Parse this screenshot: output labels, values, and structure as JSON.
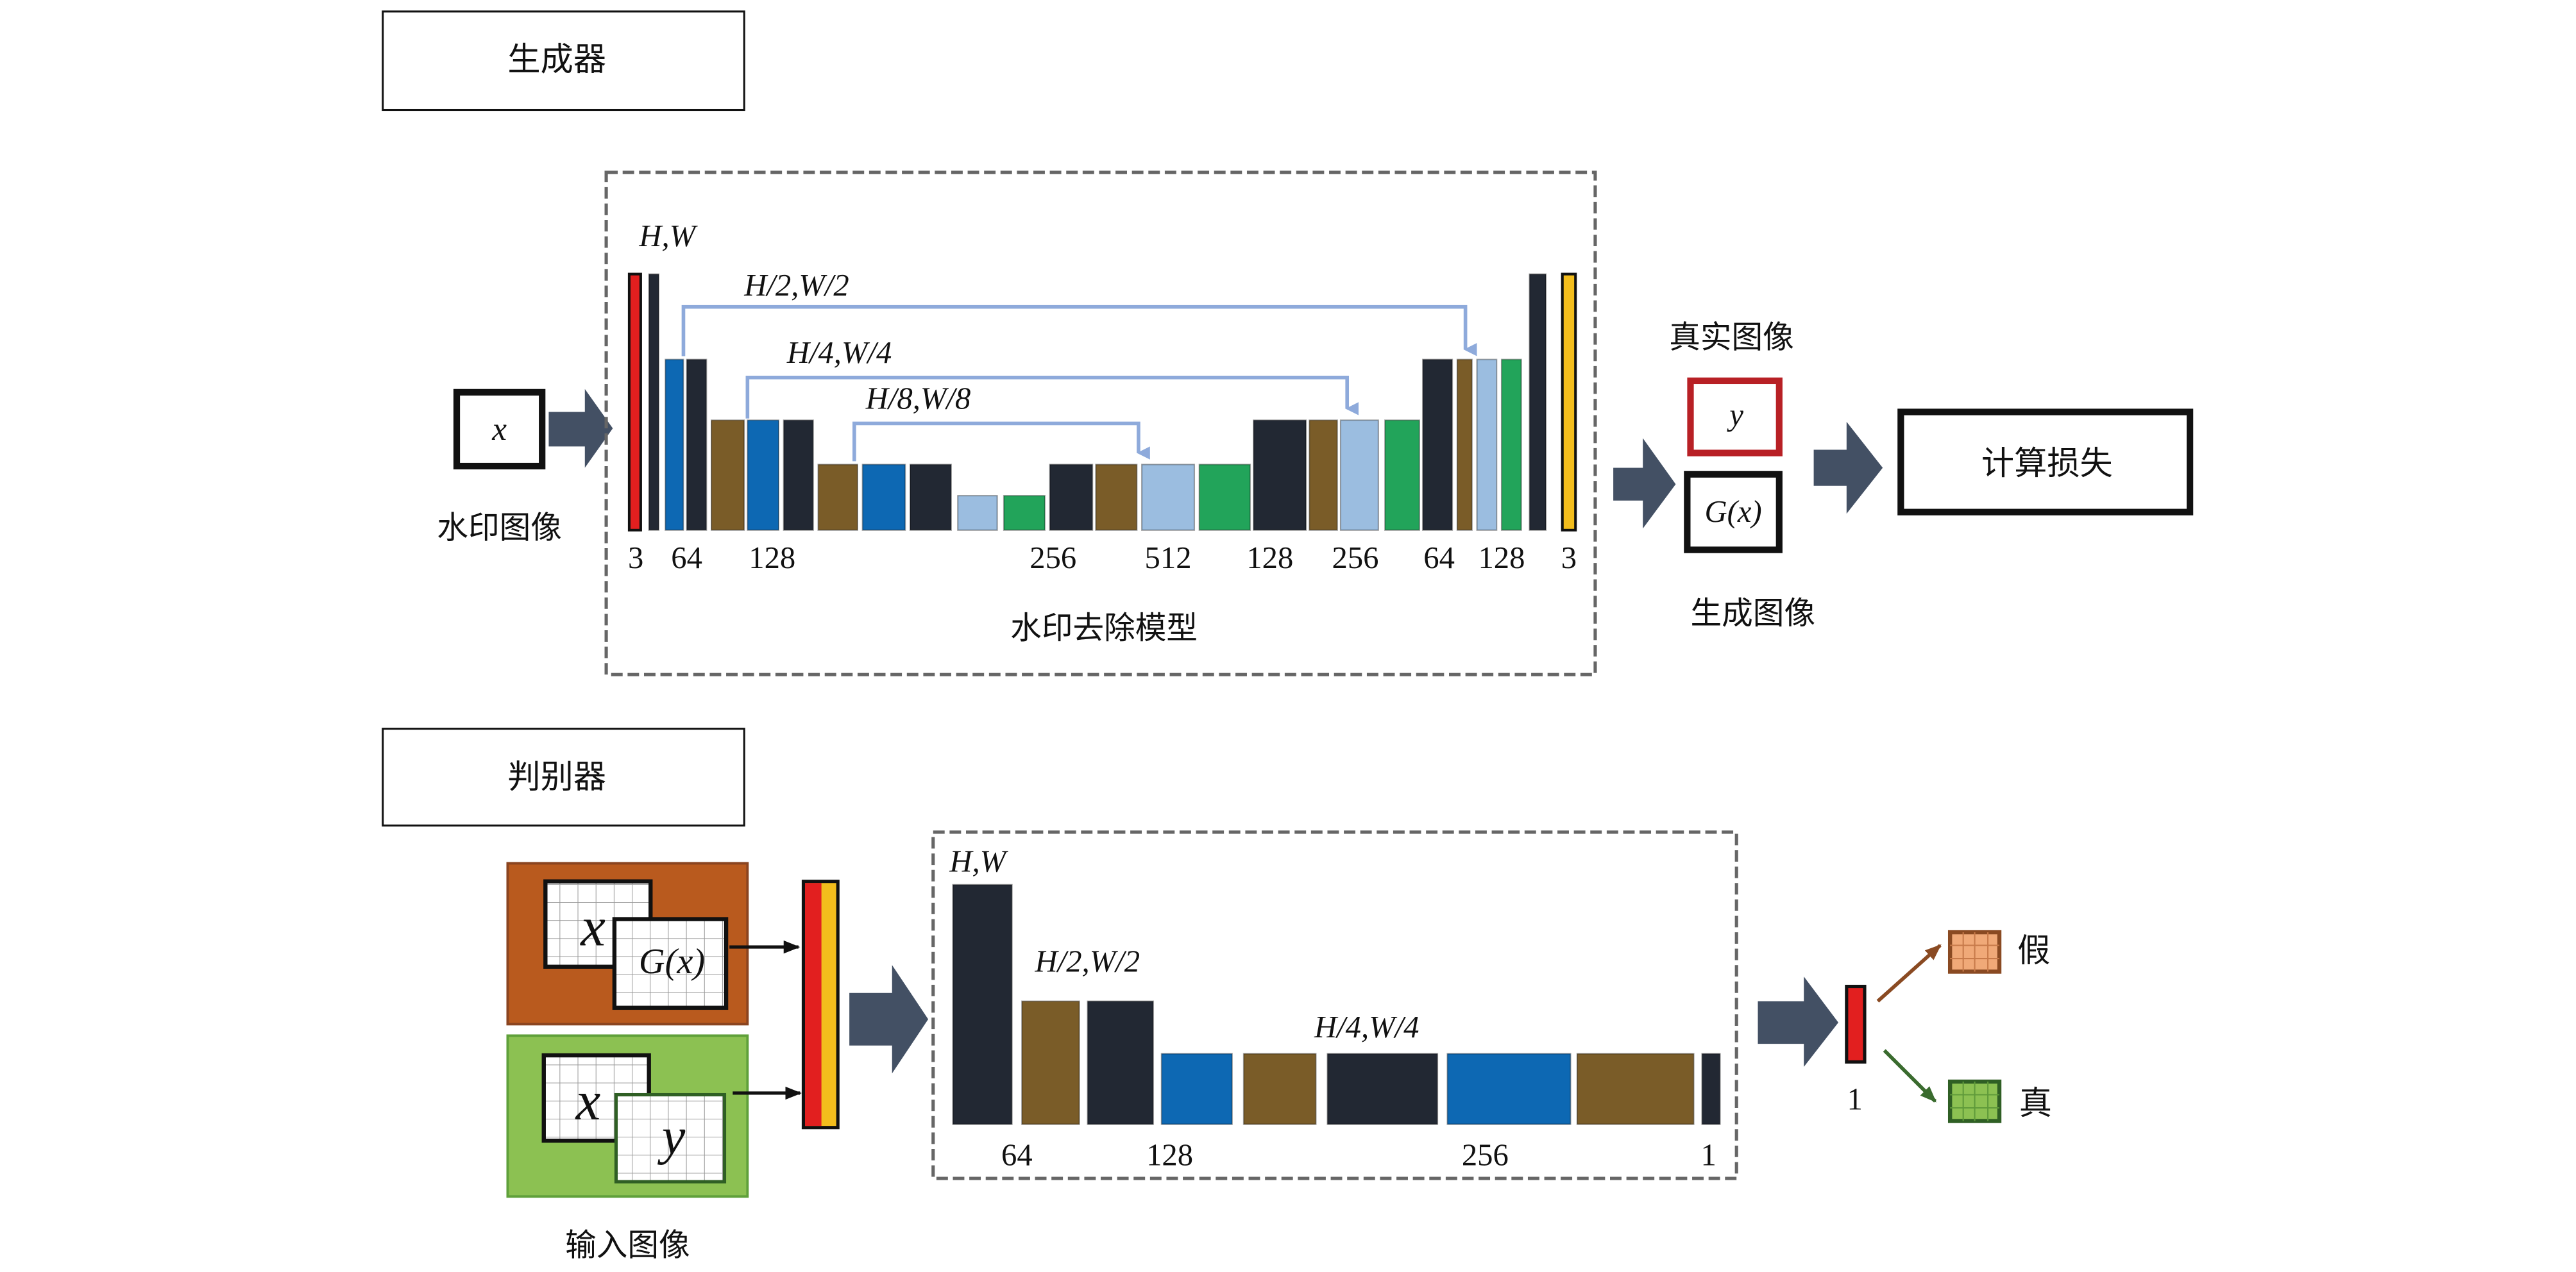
{
  "colors": {
    "dark": "#222833",
    "brown": "#7a5c28",
    "blue": "#0d68b3",
    "lightblue": "#9bbde0",
    "green": "#22a45a",
    "red": "#e21f1f",
    "yellow": "#f3bd1c",
    "skip": "#8eaadb",
    "block_arrow": "#435064",
    "fake_bg": "#b95a1e",
    "real_bg": "#8cc152"
  },
  "generator": {
    "title": "生成器",
    "input_symbol": "x",
    "input_label": "水印图像",
    "model_label": "水印去除模型",
    "resolution_labels": [
      "H,W",
      "H/2,W/2",
      "H/4,W/4",
      "H/8,W/8"
    ],
    "channel_labels": [
      "3",
      "64",
      "128",
      "256",
      "512",
      "128",
      "256",
      "64",
      "128",
      "3"
    ],
    "layers": [
      {
        "type": "red",
        "level": 0
      },
      {
        "type": "dark",
        "level": 0
      },
      {
        "type": "blue",
        "level": 1
      },
      {
        "type": "dark",
        "level": 1
      },
      {
        "type": "brown",
        "level": 2
      },
      {
        "type": "blue",
        "level": 2
      },
      {
        "type": "dark",
        "level": 2
      },
      {
        "type": "brown",
        "level": 3
      },
      {
        "type": "blue",
        "level": 3
      },
      {
        "type": "dark",
        "level": 3
      },
      {
        "type": "lightblue",
        "level": 4
      },
      {
        "type": "green",
        "level": 4
      },
      {
        "type": "dark",
        "level": 3
      },
      {
        "type": "brown",
        "level": 3
      },
      {
        "type": "lightblue",
        "level": 3
      },
      {
        "type": "green",
        "level": 3
      },
      {
        "type": "dark",
        "level": 2
      },
      {
        "type": "brown",
        "level": 2
      },
      {
        "type": "lightblue",
        "level": 2
      },
      {
        "type": "green",
        "level": 2
      },
      {
        "type": "dark",
        "level": 1
      },
      {
        "type": "brown",
        "level": 1
      },
      {
        "type": "lightblue",
        "level": 1
      },
      {
        "type": "green",
        "level": 1
      },
      {
        "type": "dark",
        "level": 0
      },
      {
        "type": "yellow",
        "level": 0
      }
    ],
    "real_label": "真实图像",
    "real_symbol": "y",
    "generated_label": "生成图像",
    "generated_symbol": "G(x)",
    "loss_label": "计算损失"
  },
  "discriminator": {
    "title": "判别器",
    "input_label": "输入图像",
    "fake_pair": [
      "x",
      "G(x)"
    ],
    "real_pair": [
      "x",
      "y"
    ],
    "resolution_labels": [
      "H,W",
      "H/2,W/2",
      "H/4,W/4"
    ],
    "channel_labels": [
      "64",
      "128",
      "256",
      "1"
    ],
    "layers": [
      {
        "type": "dark",
        "level": 0
      },
      {
        "type": "brown",
        "level": 1
      },
      {
        "type": "dark",
        "level": 1
      },
      {
        "type": "blue",
        "level": 2
      },
      {
        "type": "brown",
        "level": 2
      },
      {
        "type": "dark",
        "level": 2
      },
      {
        "type": "blue",
        "level": 2
      },
      {
        "type": "brown",
        "level": 2
      },
      {
        "type": "dark",
        "level": 2
      }
    ],
    "output_channel": "1",
    "fake_label": "假",
    "real_label": "真"
  }
}
